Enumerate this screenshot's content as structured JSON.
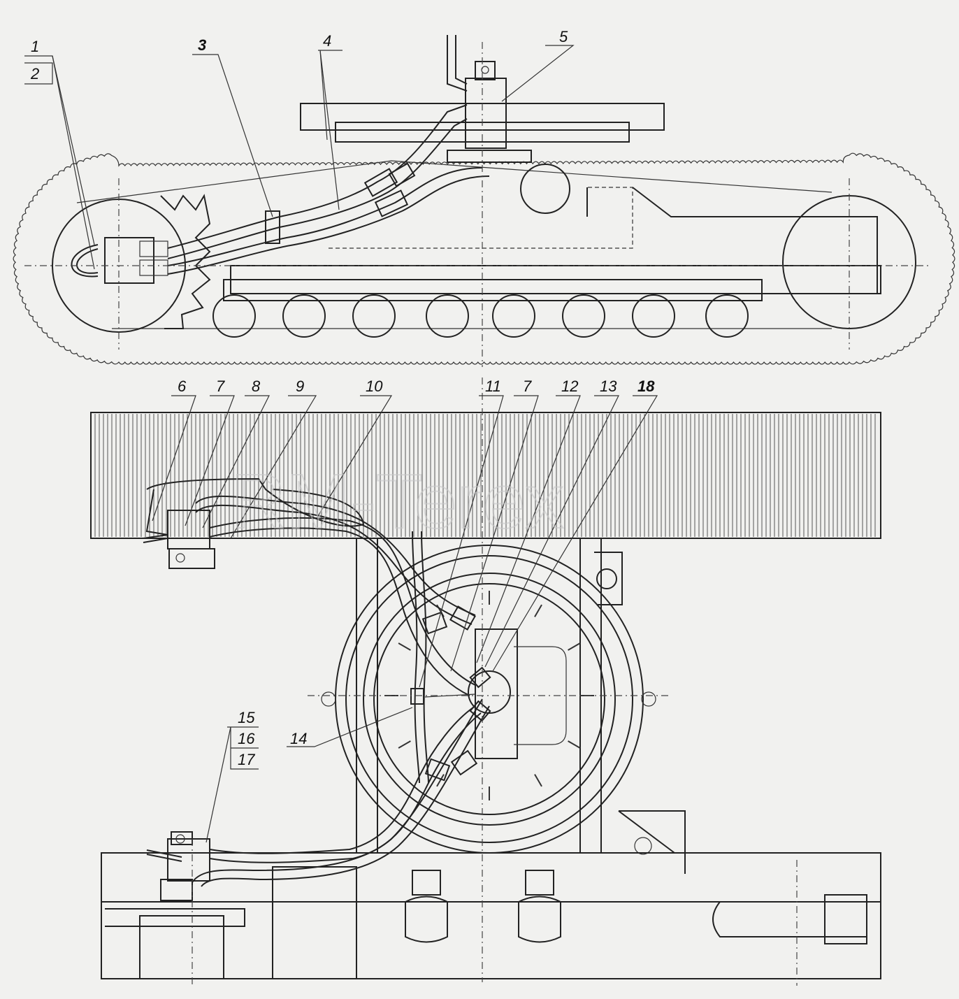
{
  "watermark": "RM-Terex",
  "callouts": {
    "c1": "1",
    "c2": "2",
    "c3": "3",
    "c4": "4",
    "c5": "5",
    "c6": "6",
    "c7a": "7",
    "c8": "8",
    "c9": "9",
    "c10": "10",
    "c11": "11",
    "c7b": "7",
    "c12": "12",
    "c13": "13",
    "c18": "18",
    "c14": "14",
    "c15": "15",
    "c16": "16",
    "c17": "17"
  }
}
